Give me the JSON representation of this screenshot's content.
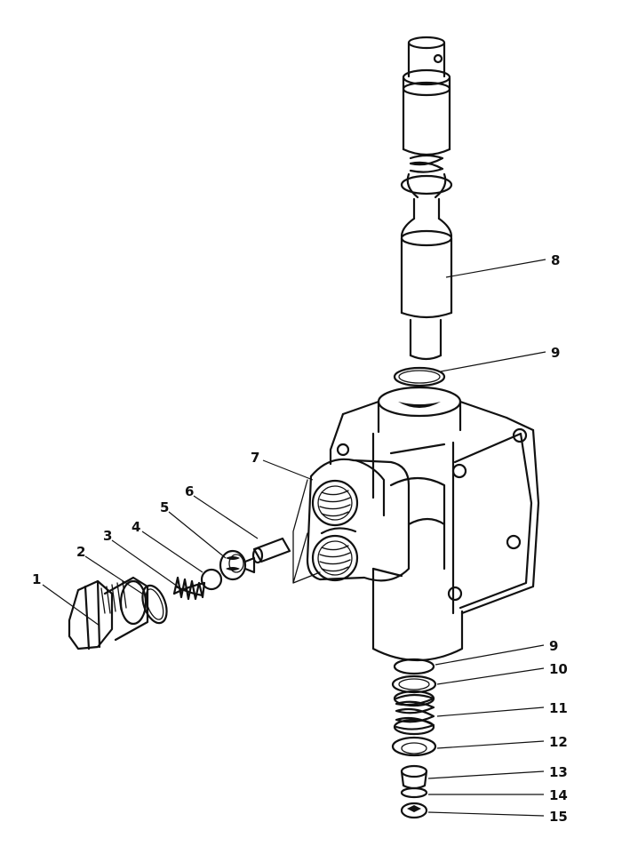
{
  "callouts": [
    {
      "id": "1",
      "label": "1"
    },
    {
      "id": "2",
      "label": "2"
    },
    {
      "id": "3",
      "label": "3"
    },
    {
      "id": "4",
      "label": "4"
    },
    {
      "id": "5",
      "label": "5"
    },
    {
      "id": "6",
      "label": "6"
    },
    {
      "id": "7",
      "label": "7"
    },
    {
      "id": "8",
      "label": "8"
    },
    {
      "id": "9a",
      "label": "9"
    },
    {
      "id": "9b",
      "label": "9"
    },
    {
      "id": "10",
      "label": "10"
    },
    {
      "id": "11",
      "label": "11"
    },
    {
      "id": "12",
      "label": "12"
    },
    {
      "id": "13",
      "label": "13"
    },
    {
      "id": "14",
      "label": "14"
    },
    {
      "id": "15",
      "label": "15"
    }
  ]
}
